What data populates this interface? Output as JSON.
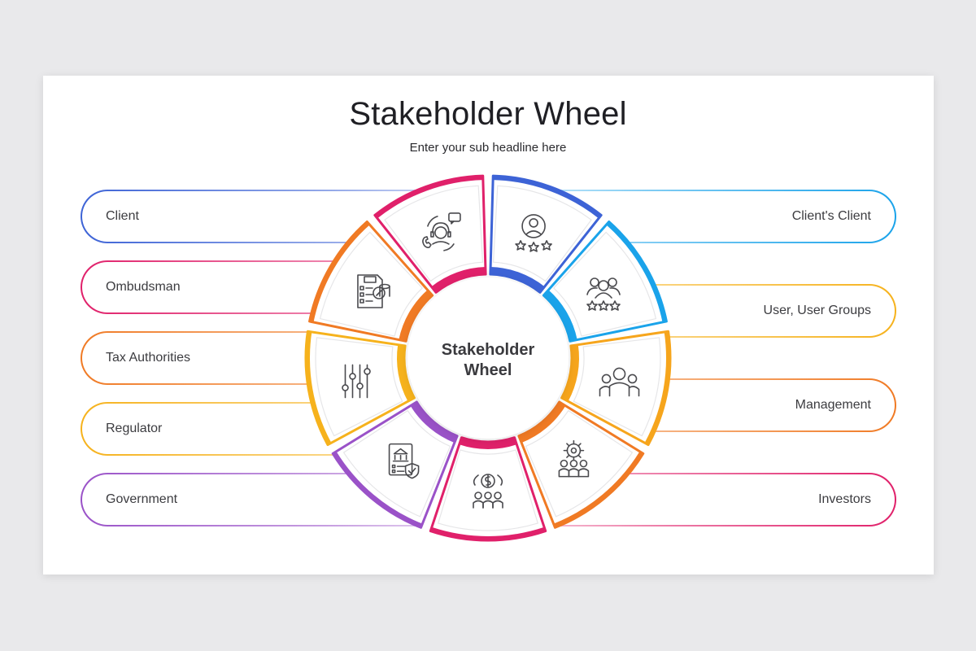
{
  "title": "Stakeholder Wheel",
  "subtitle": "Enter your sub headline here",
  "center_label_line1": "Stakeholder",
  "center_label_line2": "Wheel",
  "left_items": [
    {
      "label": "Client",
      "color": "#3d63d6"
    },
    {
      "label": "Ombudsman",
      "color": "#e0206a"
    },
    {
      "label": "Tax Authorities",
      "color": "#f07a24"
    },
    {
      "label": "Regulator",
      "color": "#f6b21c"
    },
    {
      "label": "Government",
      "color": "#9a52c8"
    }
  ],
  "right_items": [
    {
      "label": "Client's Client",
      "color": "#1aa3ea"
    },
    {
      "label": "User, User Groups",
      "color": "#f6b21c"
    },
    {
      "label": "Management",
      "color": "#f07a24"
    },
    {
      "label": "Investors",
      "color": "#e0206a"
    }
  ],
  "segments": [
    {
      "icon": "user-rating-icon",
      "color": "#3d63d6"
    },
    {
      "icon": "team-rating-icon",
      "color": "#1aa3ea"
    },
    {
      "icon": "user-group-icon",
      "color": "#f6a51c"
    },
    {
      "icon": "management-gear-icon",
      "color": "#f07a24"
    },
    {
      "icon": "investor-group-icon",
      "color": "#e0206a"
    },
    {
      "icon": "government-document-icon",
      "color": "#9a52c8"
    },
    {
      "icon": "regulator-sliders-icon",
      "color": "#f6b21c"
    },
    {
      "icon": "tax-document-icon",
      "color": "#f07a24"
    },
    {
      "icon": "ombudsman-support-icon",
      "color": "#e0206a"
    }
  ]
}
